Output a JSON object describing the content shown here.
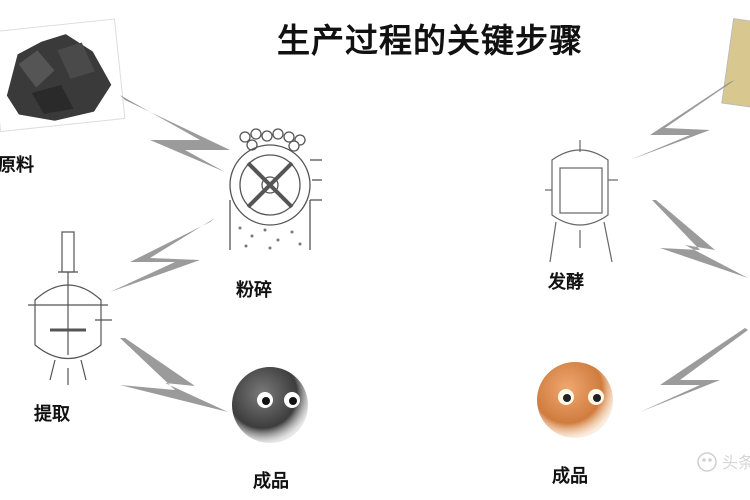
{
  "title": "生产过程的关键步骤",
  "steps": {
    "raw_material": "原料",
    "crushing": "粉碎",
    "extraction": "提取",
    "product_left": "成品",
    "fermentation": "发酵",
    "product_right": "成品"
  },
  "colors": {
    "arrow": "#8a8a8a",
    "ball_left": "#4a4a4a",
    "ball_right": "#d98a4e"
  },
  "watermark": "头条号"
}
